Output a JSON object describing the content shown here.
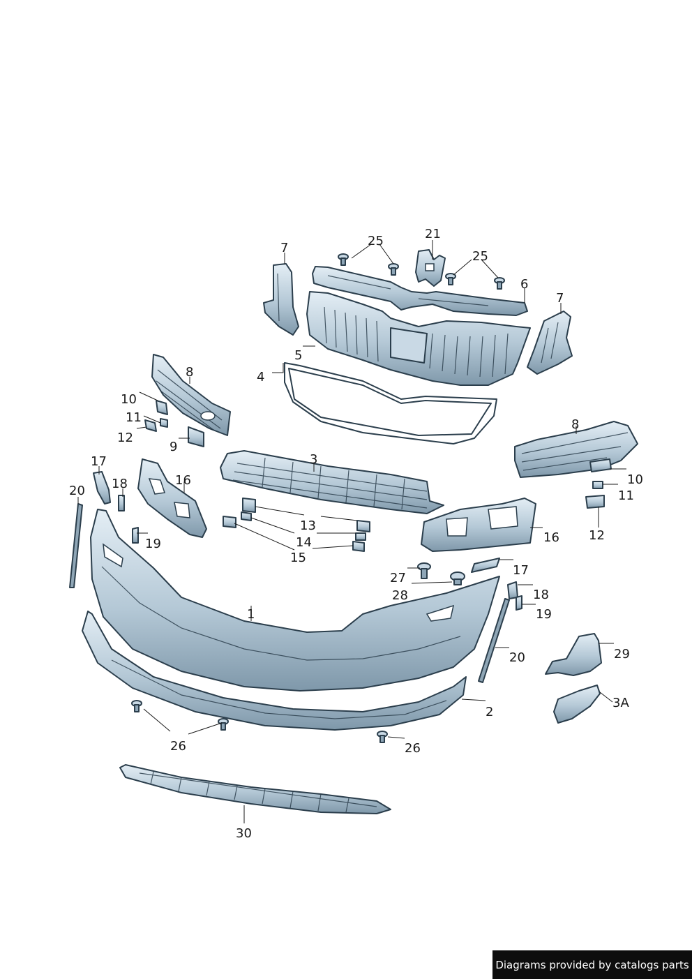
{
  "diagram": {
    "callouts": [
      {
        "id": "c1",
        "label": "1"
      },
      {
        "id": "c2",
        "label": "2"
      },
      {
        "id": "c3",
        "label": "3"
      },
      {
        "id": "c3a",
        "label": "3A"
      },
      {
        "id": "c4",
        "label": "4"
      },
      {
        "id": "c5",
        "label": "5"
      },
      {
        "id": "c6",
        "label": "6"
      },
      {
        "id": "c7l",
        "label": "7"
      },
      {
        "id": "c7r",
        "label": "7"
      },
      {
        "id": "c8l",
        "label": "8"
      },
      {
        "id": "c8r",
        "label": "8"
      },
      {
        "id": "c9",
        "label": "9"
      },
      {
        "id": "c10l",
        "label": "10"
      },
      {
        "id": "c10r",
        "label": "10"
      },
      {
        "id": "c11l",
        "label": "11"
      },
      {
        "id": "c11r",
        "label": "11"
      },
      {
        "id": "c12l",
        "label": "12"
      },
      {
        "id": "c12r",
        "label": "12"
      },
      {
        "id": "c13",
        "label": "13"
      },
      {
        "id": "c14",
        "label": "14"
      },
      {
        "id": "c15",
        "label": "15"
      },
      {
        "id": "c16l",
        "label": "16"
      },
      {
        "id": "c16r",
        "label": "16"
      },
      {
        "id": "c17l",
        "label": "17"
      },
      {
        "id": "c17r",
        "label": "17"
      },
      {
        "id": "c18l",
        "label": "18"
      },
      {
        "id": "c18r",
        "label": "18"
      },
      {
        "id": "c19l",
        "label": "19"
      },
      {
        "id": "c19r",
        "label": "19"
      },
      {
        "id": "c20l",
        "label": "20"
      },
      {
        "id": "c20r",
        "label": "20"
      },
      {
        "id": "c21",
        "label": "21"
      },
      {
        "id": "c25l",
        "label": "25"
      },
      {
        "id": "c25r",
        "label": "25"
      },
      {
        "id": "c26l",
        "label": "26"
      },
      {
        "id": "c26r",
        "label": "26"
      },
      {
        "id": "c27",
        "label": "27"
      },
      {
        "id": "c28",
        "label": "28"
      },
      {
        "id": "c29",
        "label": "29"
      },
      {
        "id": "c30",
        "label": "30"
      }
    ]
  },
  "footer": {
    "credit": "Diagrams provided by catalogs parts"
  },
  "colors": {
    "part_light": "#e4eef5",
    "part_mid": "#b4c8d6",
    "part_dark": "#6f889a",
    "outline": "#2b3e4c",
    "banner_bg": "#0d0d0d",
    "banner_text": "#ffffff"
  }
}
